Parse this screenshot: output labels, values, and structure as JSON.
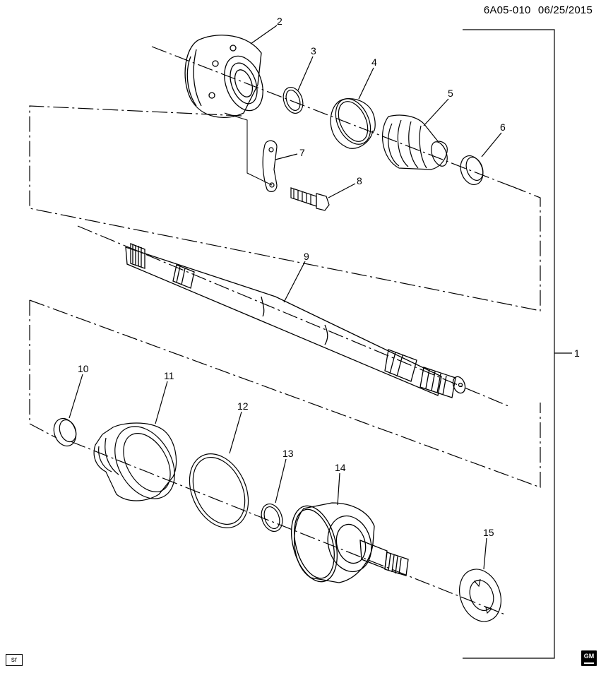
{
  "header": {
    "diagram_id": "6A05-010",
    "date": "06/25/2015"
  },
  "footer": {
    "sr_label": "sr",
    "logo_text": "GM"
  },
  "callouts": [
    "1",
    "2",
    "3",
    "4",
    "5",
    "6",
    "7",
    "8",
    "9",
    "10",
    "11",
    "12",
    "13",
    "14",
    "15"
  ]
}
